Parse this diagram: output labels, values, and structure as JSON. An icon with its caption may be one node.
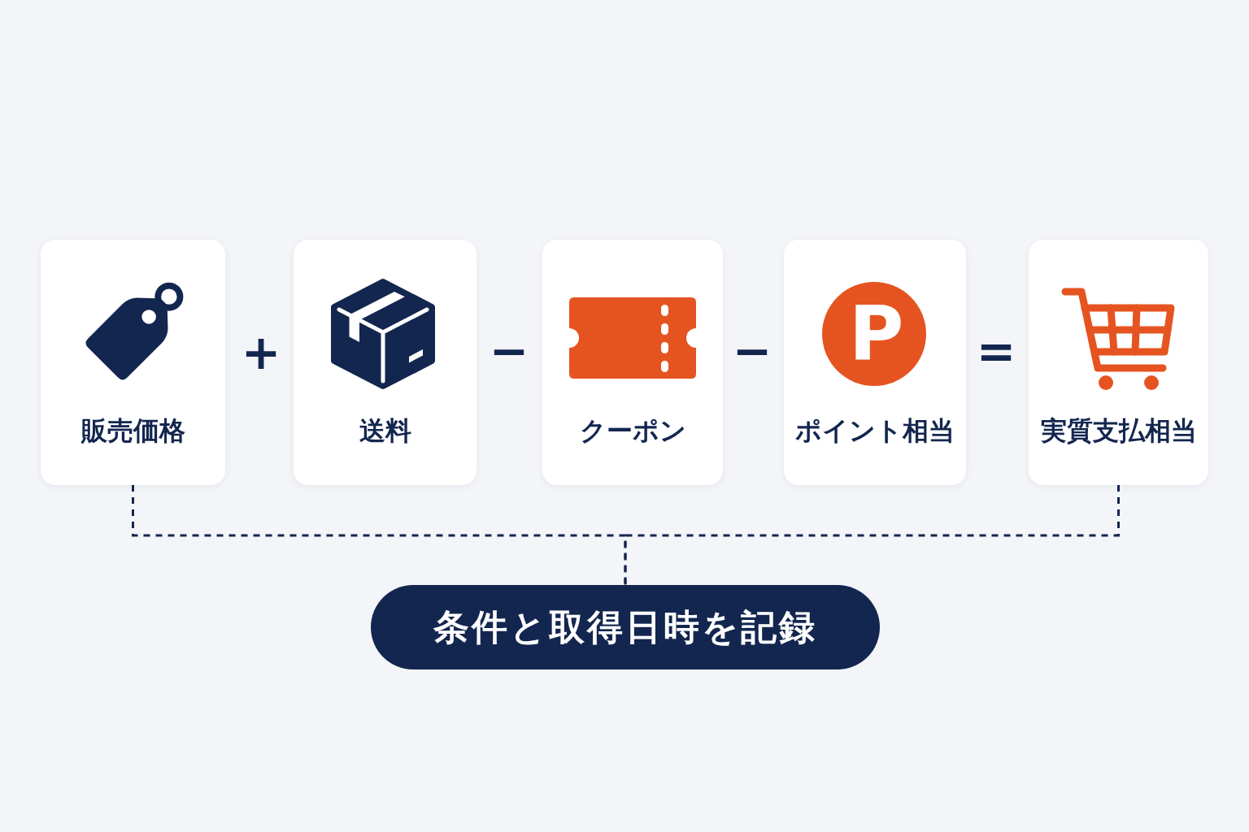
{
  "diagram": {
    "nodes": [
      {
        "text": [
          "販売価格"
        ]
      },
      {
        "text": [
          "送料"
        ]
      },
      {
        "text": [
          "クーポン"
        ]
      },
      {
        "text": [
          "P",
          "ポイント相当"
        ]
      },
      {
        "text": [
          "実質支払相当"
        ]
      },
      {
        "text": [
          "条件と取得日時を記録"
        ]
      }
    ],
    "edges": [
      {
        "from": 0,
        "to": 5,
        "arrow": "none",
        "style": "dashed"
      },
      {
        "from": 4,
        "to": 5,
        "arrow": "none",
        "style": "dashed"
      }
    ],
    "labels": [
      "+",
      "−",
      "−",
      "="
    ]
  }
}
